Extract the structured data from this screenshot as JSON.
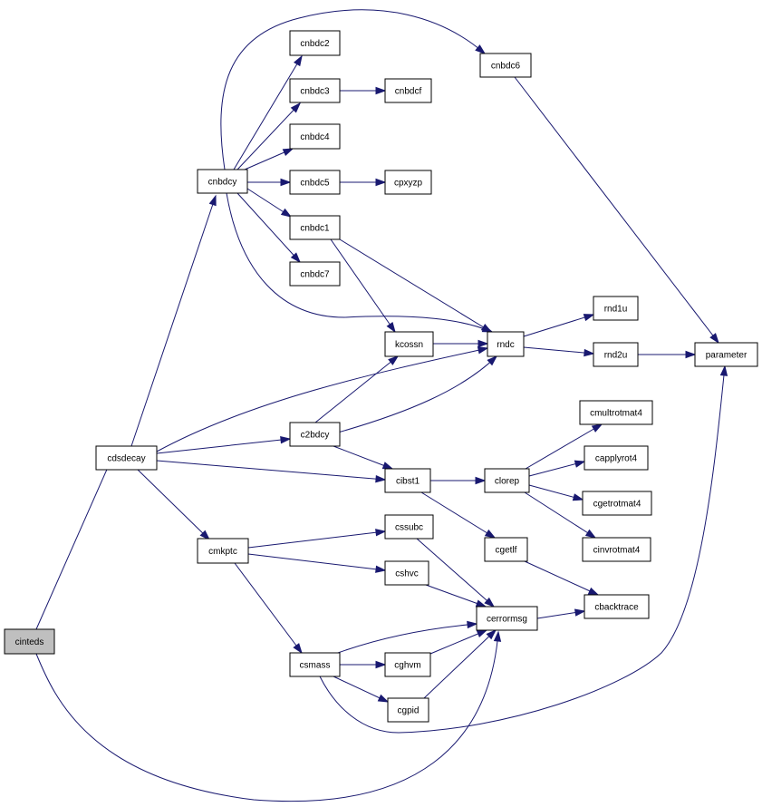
{
  "colors": {
    "edge": "#191970",
    "node_border": "#000000",
    "node_fill": "#ffffff",
    "root_fill": "#bfbfbf"
  },
  "nodes": {
    "cinteds": "cinteds",
    "cdsdecay": "cdsdecay",
    "cnbdcy": "cnbdcy",
    "cnbdc2": "cnbdc2",
    "cnbdc3": "cnbdc3",
    "cnbdcf": "cnbdcf",
    "cnbdc4": "cnbdc4",
    "cnbdc5": "cnbdc5",
    "cpxyzp": "cpxyzp",
    "cnbdc1": "cnbdc1",
    "cnbdc7": "cnbdc7",
    "cnbdc6": "cnbdc6",
    "kcossn": "kcossn",
    "rndc": "rndc",
    "rnd1u": "rnd1u",
    "rnd2u": "rnd2u",
    "parameter": "parameter",
    "c2bdcy": "c2bdcy",
    "cibst1": "cibst1",
    "clorep": "clorep",
    "cmultrotmat4": "cmultrotmat4",
    "capplyrot4": "capplyrot4",
    "cgetrotmat4": "cgetrotmat4",
    "cinvrotmat4": "cinvrotmat4",
    "cgetlf": "cgetlf",
    "cbacktrace": "cbacktrace",
    "cmkptc": "cmkptc",
    "cssubc": "cssubc",
    "cshvc": "cshvc",
    "cerrormsg": "cerrormsg",
    "csmass": "csmass",
    "cghvm": "cghvm",
    "cgpid": "cgpid"
  },
  "edges": [
    [
      "cinteds",
      "cdsdecay"
    ],
    [
      "cinteds",
      "cerrormsg"
    ],
    [
      "cdsdecay",
      "cnbdcy"
    ],
    [
      "cdsdecay",
      "rndc"
    ],
    [
      "cdsdecay",
      "c2bdcy"
    ],
    [
      "cdsdecay",
      "cibst1"
    ],
    [
      "cdsdecay",
      "cmkptc"
    ],
    [
      "cnbdcy",
      "cnbdc2"
    ],
    [
      "cnbdcy",
      "cnbdc3"
    ],
    [
      "cnbdcy",
      "cnbdc4"
    ],
    [
      "cnbdcy",
      "cnbdc5"
    ],
    [
      "cnbdcy",
      "cnbdc1"
    ],
    [
      "cnbdcy",
      "cnbdc7"
    ],
    [
      "cnbdcy",
      "cnbdc6"
    ],
    [
      "cnbdcy",
      "rndc"
    ],
    [
      "cnbdc3",
      "cnbdcf"
    ],
    [
      "cnbdc5",
      "cpxyzp"
    ],
    [
      "cnbdc1",
      "kcossn"
    ],
    [
      "cnbdc1",
      "rndc"
    ],
    [
      "cnbdc6",
      "parameter"
    ],
    [
      "kcossn",
      "rndc"
    ],
    [
      "rndc",
      "rnd1u"
    ],
    [
      "rndc",
      "rnd2u"
    ],
    [
      "rnd2u",
      "parameter"
    ],
    [
      "c2bdcy",
      "kcossn"
    ],
    [
      "c2bdcy",
      "rndc"
    ],
    [
      "c2bdcy",
      "cibst1"
    ],
    [
      "cibst1",
      "clorep"
    ],
    [
      "cibst1",
      "cgetlf"
    ],
    [
      "clorep",
      "cmultrotmat4"
    ],
    [
      "clorep",
      "capplyrot4"
    ],
    [
      "clorep",
      "cgetrotmat4"
    ],
    [
      "clorep",
      "cinvrotmat4"
    ],
    [
      "cgetlf",
      "cbacktrace"
    ],
    [
      "cmkptc",
      "cssubc"
    ],
    [
      "cmkptc",
      "cshvc"
    ],
    [
      "cmkptc",
      "csmass"
    ],
    [
      "cssubc",
      "cerrormsg"
    ],
    [
      "cshvc",
      "cerrormsg"
    ],
    [
      "cerrormsg",
      "cbacktrace"
    ],
    [
      "csmass",
      "cerrormsg"
    ],
    [
      "csmass",
      "cghvm"
    ],
    [
      "csmass",
      "cgpid"
    ],
    [
      "csmass",
      "parameter"
    ],
    [
      "cghvm",
      "cerrormsg"
    ],
    [
      "cgpid",
      "cerrormsg"
    ]
  ]
}
